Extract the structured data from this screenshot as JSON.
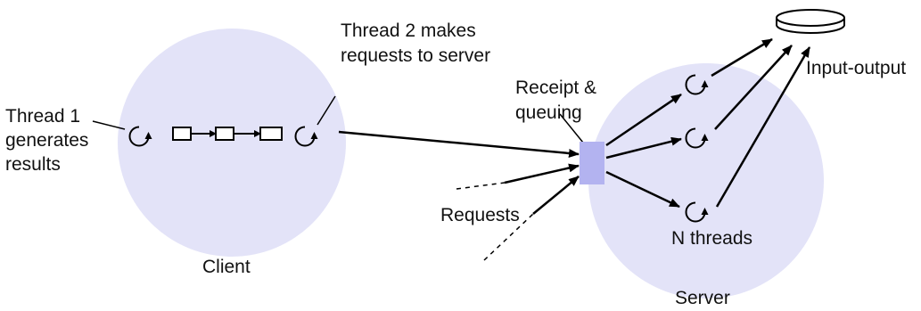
{
  "colors": {
    "circle_fill": "#e3e3f8",
    "queue_box_fill": "#b3b3f0",
    "stroke": "#000000",
    "text": "#111111"
  },
  "labels": {
    "thread1": [
      "Thread 1",
      "generates",
      "results"
    ],
    "thread2": [
      "Thread 2 makes",
      "requests to server"
    ],
    "receipt": [
      "Receipt &",
      "queuing"
    ],
    "input_output": "Input-output",
    "requests": "Requests",
    "n_threads": "N threads",
    "client": "Client",
    "server": "Server"
  },
  "icons": {
    "thread": "circular-arrow-icon",
    "disk": "disk-icon",
    "buffer": "buffer-box-icon"
  }
}
